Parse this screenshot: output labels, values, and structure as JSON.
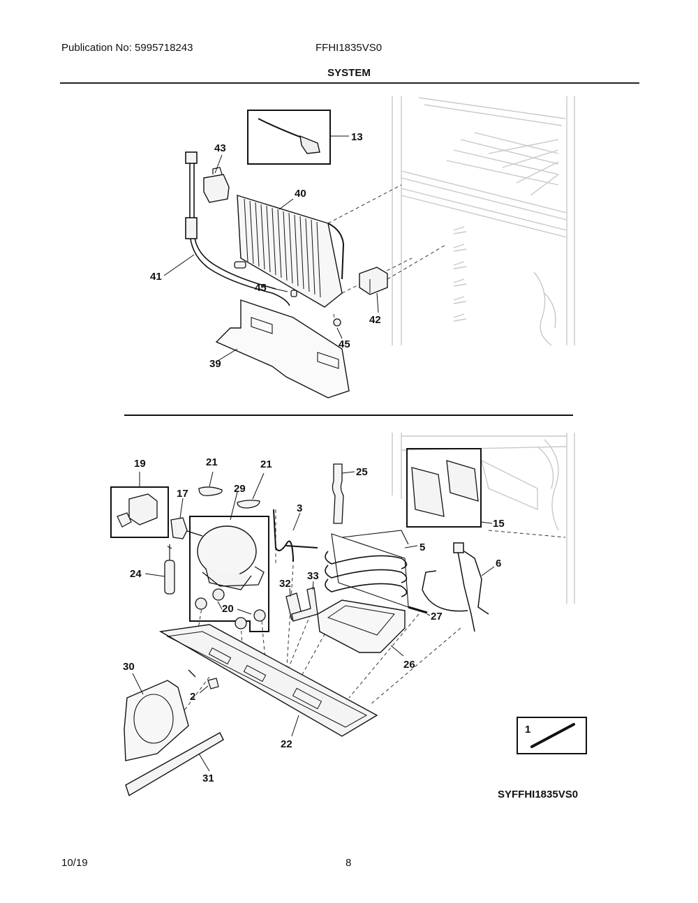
{
  "header": {
    "publication": "Publication No: 5995718243",
    "model": "FFHI1835VS0",
    "section_title": "SYSTEM"
  },
  "callouts_upper": [
    "13",
    "43",
    "40",
    "41",
    "45",
    "42",
    "45",
    "39"
  ],
  "callouts_lower": [
    "19",
    "21",
    "21",
    "29",
    "25",
    "17",
    "3",
    "15",
    "5",
    "6",
    "24",
    "32",
    "33",
    "20",
    "27",
    "26",
    "30",
    "2",
    "22",
    "31",
    "1"
  ],
  "diagram_code": "SYFFHI1835VS0",
  "footer": {
    "date": "10/19",
    "page": "8"
  },
  "colors": {
    "ink": "#111111",
    "cabinet_lines": "#c8c8c8",
    "part_fill": "#f4f4f4"
  }
}
